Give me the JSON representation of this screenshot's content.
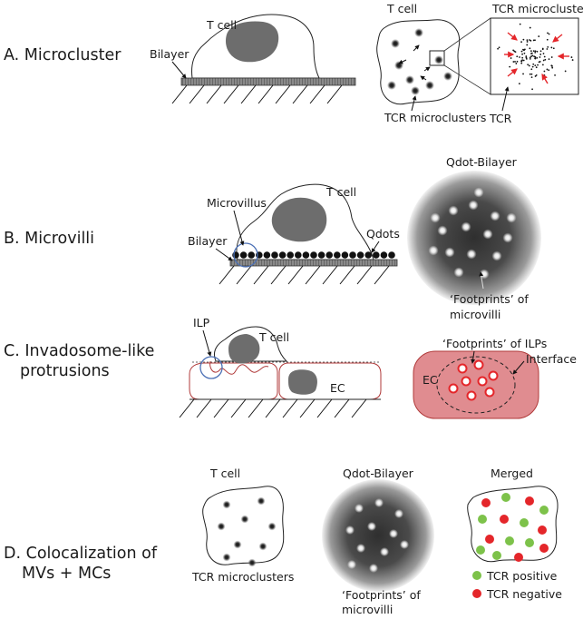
{
  "panels": {
    "a": {
      "title": "A. Microcluster",
      "tcell": "T cell",
      "bilayer": "Bilayer",
      "tcell2": "T cell",
      "zoom_title": "TCR microcluster",
      "microclusters": "TCR microclusters",
      "tcr": "TCR"
    },
    "b": {
      "title": "B. Microvilli",
      "microvillus": "Microvillus",
      "tcell": "T cell",
      "bilayer": "Bilayer",
      "qdots": "Qdots",
      "qdot_bilayer": "Qdot-Bilayer",
      "footprints_1": "‘Footprints’ of",
      "footprints_2": "microvilli"
    },
    "c": {
      "title_1": "C. Invadosome-like",
      "title_2": "protrusions",
      "ilp": "ILP",
      "tcell": "T cell",
      "ec": "EC",
      "footprints": "‘Footprints’ of ILPs",
      "ec2": "EC",
      "interface": "Interface"
    },
    "d": {
      "title_1": "D. Colocalization of",
      "title_2": "MVs + MCs",
      "tcell": "T cell",
      "qdot_bilayer": "Qdot-Bilayer",
      "merged": "Merged",
      "microclusters": "TCR microclusters",
      "footprints_1": "‘Footprints’ of",
      "footprints_2": "microvilli",
      "legend_positive": "TCR positive",
      "legend_negative": "TCR negative"
    }
  },
  "colors": {
    "nucleus": "#6d6d6d",
    "ec_red": "#b03a3a",
    "ec_fill": "#e08c90",
    "tcr_positive": "#7dc24a",
    "tcr_negative": "#e4262a",
    "probe_blue": "#4a6fb5"
  }
}
